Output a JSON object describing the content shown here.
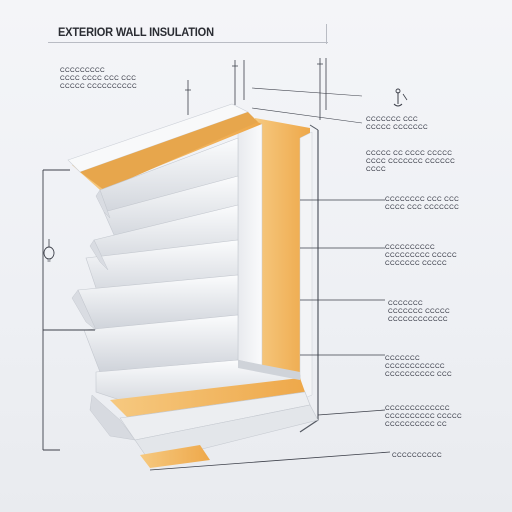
{
  "title": "EXTERIOR WALL INSULATION",
  "labels": {
    "left_top": [
      "CCCCCCCCC",
      "CCCC CCCC CCC CCC",
      "CCCCC CCCCCCCCCC"
    ],
    "r1": [
      "CCCCCCC CCC",
      "CCCCC CCCCCCC"
    ],
    "r2": [
      "CCCCC CC CCCC CCCCC",
      "CCCC CCCCCCC CCCCCC",
      "CCCC"
    ],
    "r3": [
      "CCCCCCCC CCC CCC",
      "CCCC CCC CCCCCCC"
    ],
    "r4": [
      "CCCCCCCCCC",
      "CCCCCCCCC CCCCC",
      "CCCCCCC CCCCC"
    ],
    "r5": [
      "CCCCCCC",
      "CCCCCCC CCCCC",
      "CCCCCCCCCCCC"
    ],
    "r6": [
      "CCCCCCC",
      "CCCCCCCCCCCC",
      "CCCCCCCCCC CCC"
    ],
    "r7": [
      "CCCCCCCCCCCCC",
      "CCCCCCCCCC CCCCC",
      "CCCCCCCCCC CC"
    ],
    "r8": [
      "CCCCCCCCCC"
    ]
  },
  "colors": {
    "insulation": "#f2b85a",
    "panel": "#dfe2e8",
    "line": "#3d404a"
  },
  "icons": {
    "left_marker": "bulb-icon",
    "right_marker": "anchor-icon"
  }
}
